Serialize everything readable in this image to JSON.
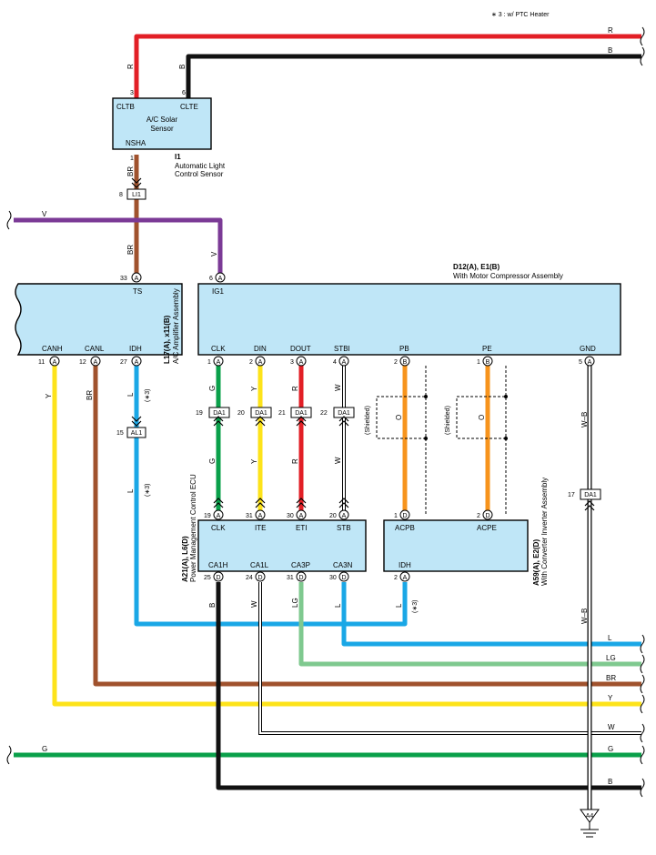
{
  "note": "∗ 3 : w/ PTC Heater",
  "colors": {
    "R": "#e21f26",
    "B": "#111111",
    "BR": "#a0522d",
    "V": "#7b3a96",
    "Y": "#fde31a",
    "L": "#1aa7e6",
    "G": "#0aa04a",
    "W": "#ffffff",
    "O": "#f7941d",
    "LG": "#7fc98f",
    "WB": "#ffffff"
  },
  "components": {
    "solar_sensor": {
      "name_line1": "A/C Solar",
      "name_line2": "Sensor",
      "pin_cltb": "CLTB",
      "pin_clte": "CLTE",
      "pin_nsha": "NSHA",
      "pin_cltb_num": "3",
      "pin_clte_num": "6",
      "pin_nsha_num": "1",
      "ref": "I1",
      "desc_line1": "Automatic Light",
      "desc_line2": "Control Sensor"
    },
    "amplifier": {
      "ref": "L17(A), x11(B)",
      "desc": "A/C Amplifier Assembly",
      "pin_ts": "TS",
      "pin_ts_num": "33",
      "pin_canh": "CANH",
      "pin_canl": "CANL",
      "pin_idh": "IDH",
      "pin_canh_num": "11",
      "pin_canl_num": "12",
      "pin_idh_num": "27"
    },
    "compressor": {
      "ref": "D12(A), E1(B)",
      "desc": "With Motor Compressor Assembly",
      "pin_ig1": "IG1",
      "pin_ig1_num": "6",
      "pin_clk": "CLK",
      "pin_din": "DIN",
      "pin_dout": "DOUT",
      "pin_stbi": "STBI",
      "pin_pb": "PB",
      "pin_pe": "PE",
      "pin_gnd": "GND",
      "pin_clk_num": "1",
      "pin_din_num": "2",
      "pin_dout_num": "3",
      "pin_stbi_num": "4",
      "pin_pb_num": "2",
      "pin_pe_num": "1",
      "pin_gnd_num": "5"
    },
    "pm_ecu": {
      "ref": "A21(A), L6(D)",
      "desc": "Power Management Control ECU",
      "pin_clk": "CLK",
      "pin_ite": "ITE",
      "pin_eti": "ETI",
      "pin_stb": "STB",
      "pin_clk_num": "19",
      "pin_ite_num": "31",
      "pin_eti_num": "30",
      "pin_stb_num": "20",
      "pin_ca1h": "CA1H",
      "pin_ca1l": "CA1L",
      "pin_ca3p": "CA3P",
      "pin_ca3n": "CA3N",
      "pin_ca1h_num": "25",
      "pin_ca1l_num": "24",
      "pin_ca3p_num": "31",
      "pin_ca3n_num": "30"
    },
    "inverter": {
      "ref": "A59(A), E2(D)",
      "desc": "With Converter Inverter Assembly",
      "pin_acpb": "ACPB",
      "pin_acpe": "ACPE",
      "pin_idh": "IDH",
      "pin_acpb_num": "1",
      "pin_acpe_num": "2",
      "pin_idh_num": "2"
    }
  },
  "letters": {
    "A": "A",
    "B": "B",
    "D": "D"
  },
  "junctions": {
    "li1": "LI1",
    "li1_num": "8",
    "al1": "AL1",
    "al1_num": "15",
    "da1": "DA1",
    "da1_clk_num": "19",
    "da1_din_num": "20",
    "da1_dout_num": "21",
    "da1_stbi_num": "22",
    "da1_gnd_num": "17",
    "ground": "A4"
  },
  "wire_labels": {
    "R": "R",
    "B": "B",
    "BR": "BR",
    "V": "V",
    "Y": "Y",
    "L": "L",
    "G": "G",
    "W": "W",
    "O": "O",
    "LG": "LG",
    "WB": "W–B",
    "star3": "(∗3)",
    "shielded": "(Shielded)"
  }
}
